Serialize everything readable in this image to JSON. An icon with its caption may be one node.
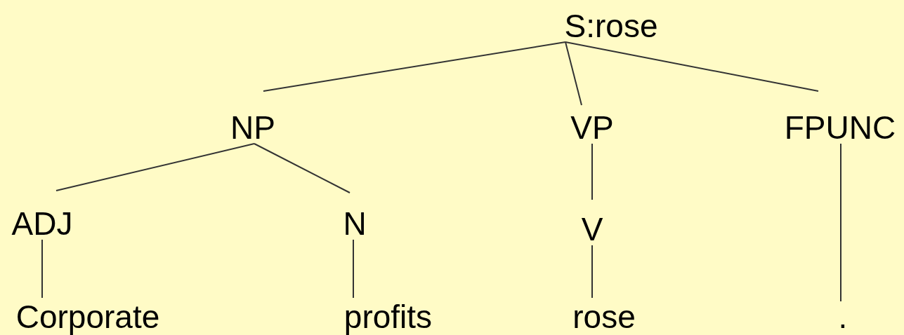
{
  "diagram": {
    "nodes": [
      {
        "text": [
          "S:rose"
        ]
      },
      {
        "text": [
          "NP"
        ]
      },
      {
        "text": [
          "VP"
        ]
      },
      {
        "text": [
          "FPUNC"
        ]
      },
      {
        "text": [
          "ADJ"
        ]
      },
      {
        "text": [
          "N"
        ]
      },
      {
        "text": [
          "V"
        ]
      },
      {
        "text": [
          "Corporate"
        ]
      },
      {
        "text": [
          "profits"
        ]
      },
      {
        "text": [
          "rose"
        ]
      },
      {
        "text": [
          "."
        ]
      }
    ],
    "edges": [
      {
        "from": 0,
        "to": 1,
        "arrow": "none"
      },
      {
        "from": 0,
        "to": 2,
        "arrow": "none"
      },
      {
        "from": 0,
        "to": 3,
        "arrow": "none"
      },
      {
        "from": 1,
        "to": 4,
        "arrow": "none"
      },
      {
        "from": 1,
        "to": 5,
        "arrow": "none"
      },
      {
        "from": 2,
        "to": 6,
        "arrow": "none"
      },
      {
        "from": 3,
        "to": 10,
        "arrow": "none"
      },
      {
        "from": 4,
        "to": 7,
        "arrow": "none"
      },
      {
        "from": 5,
        "to": 8,
        "arrow": "none"
      },
      {
        "from": 6,
        "to": 9,
        "arrow": "none"
      }
    ]
  }
}
